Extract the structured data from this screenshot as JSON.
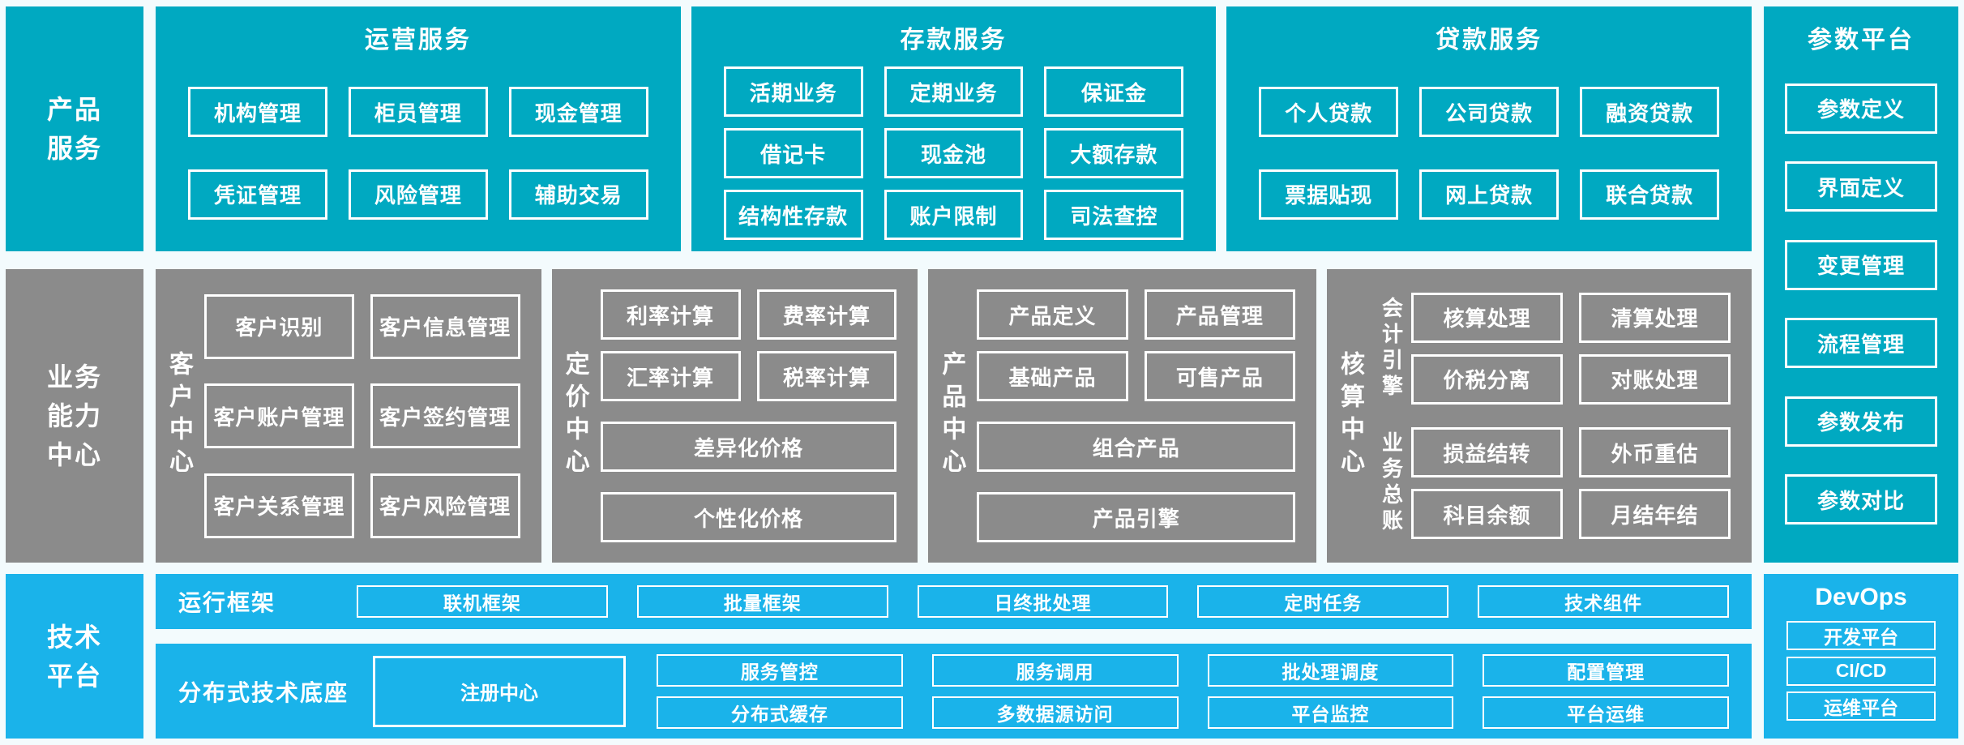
{
  "colors": {
    "teal": "#00A9C1",
    "gray": "#8B8B8B",
    "blue": "#1AB3EA",
    "page_bg": "#F3FBFD",
    "box_border": "#FFFFFF",
    "text": "#FFFFFF"
  },
  "rail": {
    "product": "产品\n服务",
    "business": "业务\n能力\n中心",
    "tech": "技术\n平台"
  },
  "top": {
    "operations": {
      "title": "运营服务",
      "boxes": [
        "机构管理",
        "柜员管理",
        "现金管理",
        "凭证管理",
        "风险管理",
        "辅助交易"
      ]
    },
    "deposit": {
      "title": "存款服务",
      "boxes": [
        "活期业务",
        "定期业务",
        "保证金",
        "借记卡",
        "现金池",
        "大额存款",
        "结构性存款",
        "账户限制",
        "司法查控"
      ]
    },
    "loan": {
      "title": "贷款服务",
      "boxes": [
        "个人贷款",
        "公司贷款",
        "融资贷款",
        "票据贴现",
        "网上贷款",
        "联合贷款"
      ]
    }
  },
  "middle": {
    "customer": {
      "label": "客户中心",
      "boxes": [
        "客户识别",
        "客户信息管理",
        "客户账户管理",
        "客户签约管理",
        "客户关系管理",
        "客户风险管理"
      ]
    },
    "pricing": {
      "label": "定价中心",
      "small_boxes": [
        "利率计算",
        "费率计算",
        "汇率计算",
        "税率计算"
      ],
      "wide_boxes": [
        "差异化价格",
        "个性化价格"
      ]
    },
    "product": {
      "label": "产品中心",
      "small_boxes": [
        "产品定义",
        "产品管理",
        "基础产品",
        "可售产品"
      ],
      "wide_boxes": [
        "组合产品",
        "产品引擎"
      ]
    },
    "accounting": {
      "label": "核算中心",
      "groups": [
        {
          "label": "会计引擎",
          "boxes": [
            "核算处理",
            "清算处理",
            "价税分离",
            "对账处理"
          ]
        },
        {
          "label": "业务总账",
          "boxes": [
            "损益结转",
            "外币重估",
            "科目余额",
            "月结年结"
          ]
        }
      ]
    }
  },
  "bottom": {
    "runtime": {
      "label": "运行框架",
      "boxes": [
        "联机框架",
        "批量框架",
        "日终批处理",
        "定时任务",
        "技术组件"
      ]
    },
    "distributed": {
      "label": "分布式技术底座",
      "registry": "注册中心",
      "boxes": [
        "服务管控",
        "服务调用",
        "批处理调度",
        "配置管理",
        "分布式缓存",
        "多数据源访问",
        "平台监控",
        "平台运维"
      ]
    }
  },
  "right": {
    "parameter": {
      "title": "参数平台",
      "boxes": [
        "参数定义",
        "界面定义",
        "变更管理",
        "流程管理",
        "参数发布",
        "参数对比"
      ]
    },
    "devops": {
      "title": "DevOps",
      "boxes": [
        "开发平台",
        "CI/CD",
        "运维平台"
      ]
    }
  }
}
